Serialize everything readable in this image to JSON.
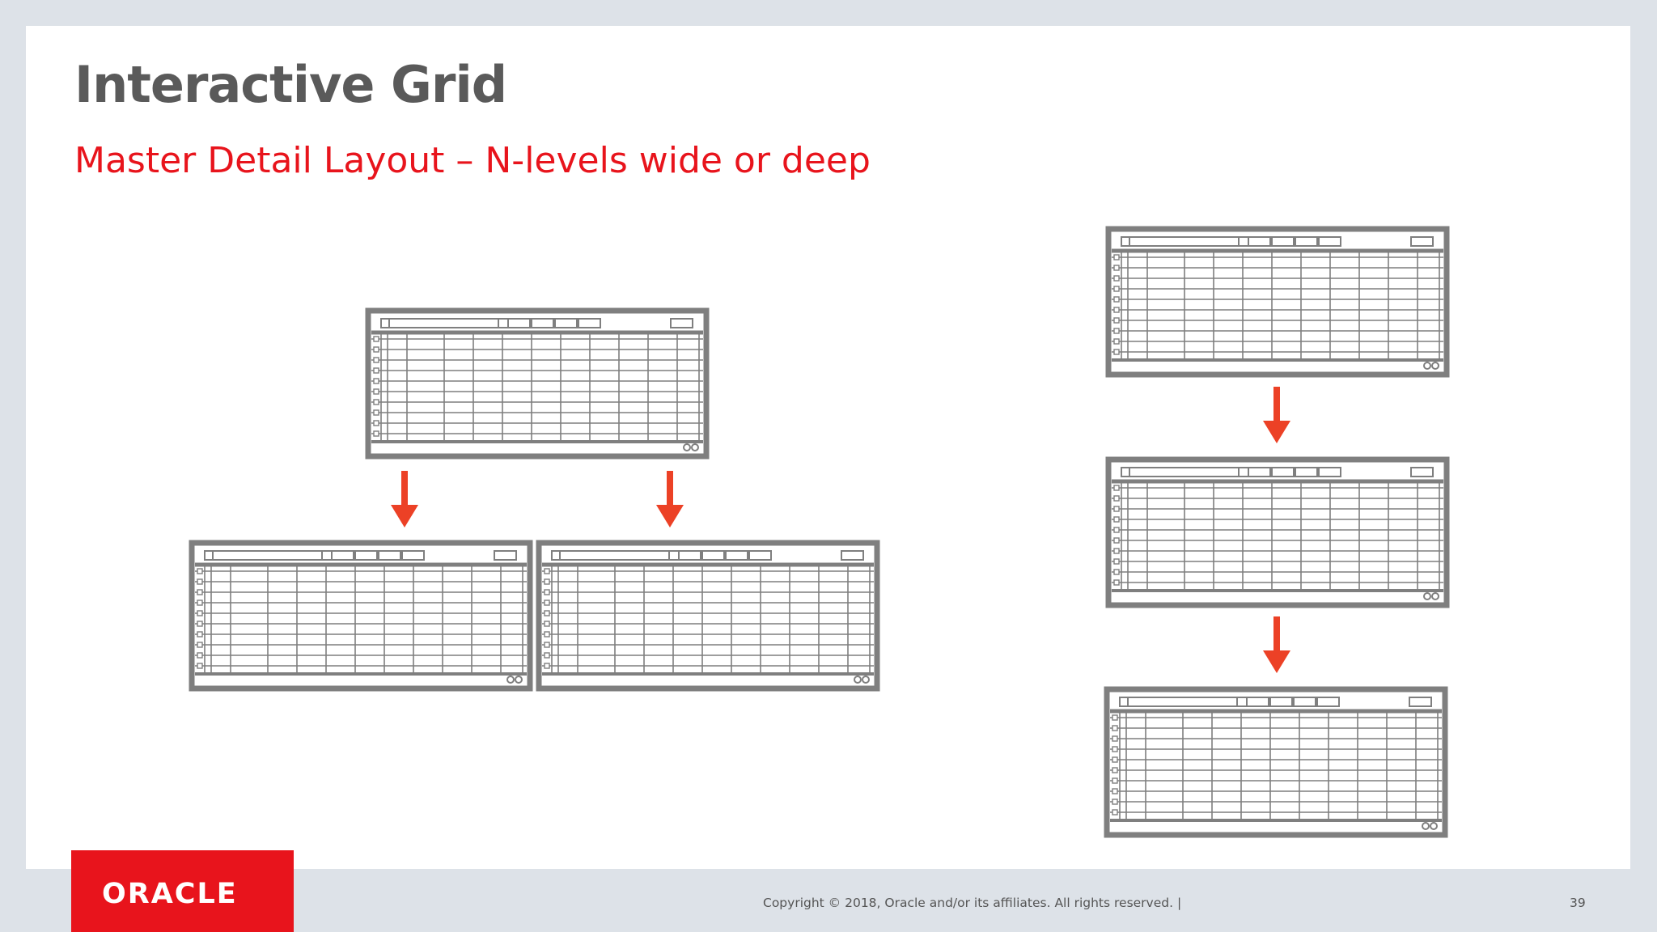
{
  "slide": {
    "title": "Interactive Grid",
    "subtitle": "Master Detail Layout – N-levels wide or deep"
  },
  "footer": {
    "logo": "ORACLE",
    "copyright": "Copyright © 2018, Oracle and/or its affiliates. All rights reserved.  |",
    "page_number": "39"
  },
  "diagram": {
    "wide_layout": {
      "master_grid": "grid-icon",
      "detail_grids": [
        "grid-icon",
        "grid-icon"
      ],
      "arrows": [
        "down-arrow-icon",
        "down-arrow-icon"
      ]
    },
    "deep_layout": {
      "grids": [
        "grid-icon",
        "grid-icon",
        "grid-icon"
      ],
      "arrows": [
        "down-arrow-icon",
        "down-arrow-icon"
      ]
    }
  },
  "colors": {
    "title": "#5a5a5a",
    "accent_red": "#e8141c",
    "arrow_red": "#ec4126",
    "grid_gray": "#7f7f7f",
    "background": "#dde2e8"
  }
}
